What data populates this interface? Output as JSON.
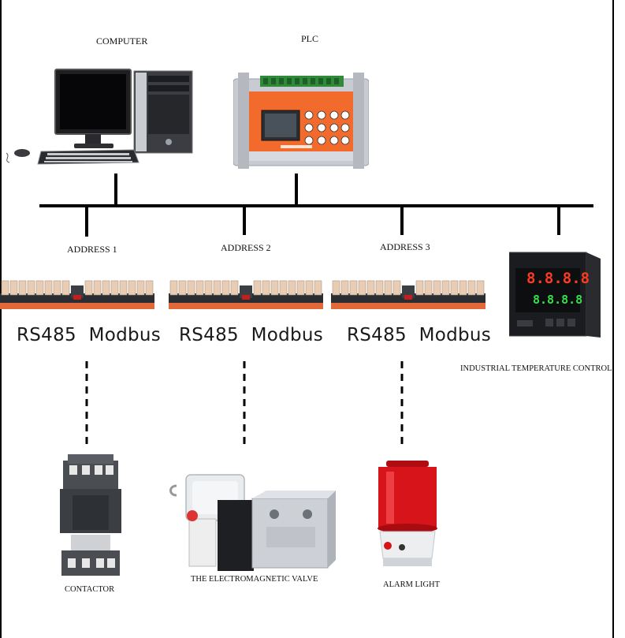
{
  "labels": {
    "computer": "COMPUTER",
    "plc": "PLC",
    "address_1": "ADDRESS 1",
    "address_2": "ADDRESS 2",
    "address_3": "ADDRESS 3",
    "protocol_1": "RS485  Modbus",
    "protocol_2": "RS485  Modbus",
    "protocol_3": "RS485  Modbus",
    "temperature_control": "INDUSTRIAL TEMPERATURE CONTROL",
    "contactor": "CONTACTOR",
    "valve": "THE ELECTROMAGNETIC VALVE",
    "alarm_light": "ALARM LIGHT"
  },
  "temp_display": {
    "pv": "8.8.8.8",
    "sv": "8.8.8.8"
  },
  "colors": {
    "bus": "#000000",
    "relay_board": "#e2683a",
    "plc_body": "#f26b2d",
    "alarm_dome": "#d7141a",
    "display_pv": "#ff3b1f",
    "display_sv": "#37e04a"
  }
}
